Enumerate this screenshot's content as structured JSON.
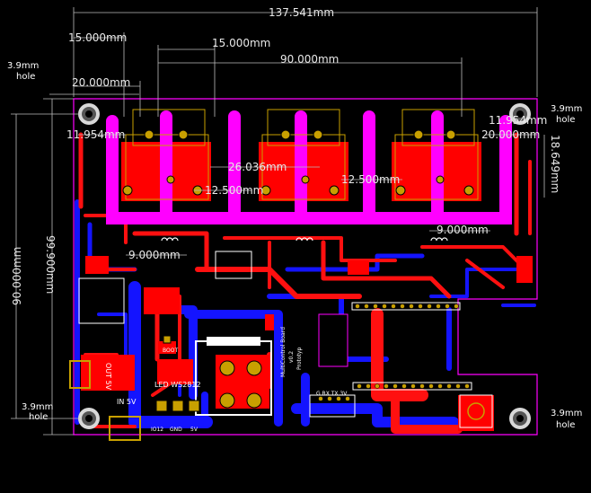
{
  "dimensions": {
    "overall_width": "137.541mm",
    "left_offset_top": "15.000mm",
    "center_spacing": "15.000mm",
    "center_span": "90.000mm",
    "left_offset": "20.000mm",
    "hole_offset_left": "11.954mm",
    "right_offset": "20.000mm",
    "right_small": "11.954mm",
    "right_height": "18.649mm",
    "mid_span": "26.036mm",
    "pitch_left": "12.500mm",
    "pitch_right": "12.500mm",
    "low_left": "9.000mm",
    "low_right": "9.000mm",
    "board_height": "90.000mm",
    "overall_height": "99.900mm"
  },
  "holes": {
    "label": "3.9mm",
    "sublabel": "hole"
  },
  "silkscreen": {
    "boot": "BOOT",
    "led": "LED WS2812",
    "out": "OUT 5V",
    "in": "IN 5V",
    "io": "IO12",
    "gnd": "GND",
    "five_v": "5V",
    "title": "MultiControl Board",
    "version": "v0.2",
    "proto": "Prototyp",
    "header": "G RX TX 3V"
  },
  "colors": {
    "background": "#000000",
    "board_outline": "#ff00ff",
    "top_copper": "#ff0000",
    "bottom_copper": "#0000ff",
    "keepout": "#ff00ff",
    "pads": "#c8a000",
    "silk": "#ffffff",
    "dimension": "#cfcfcf"
  }
}
